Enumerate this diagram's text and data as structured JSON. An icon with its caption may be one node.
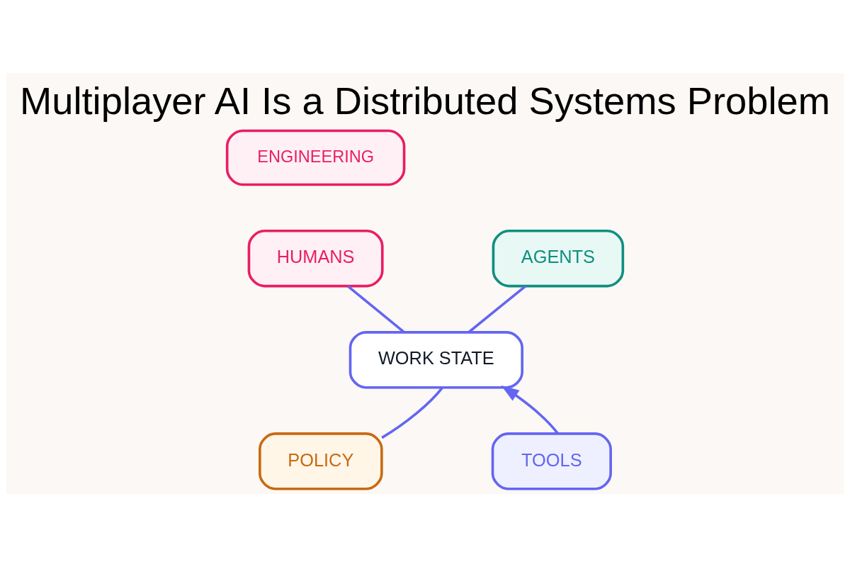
{
  "diagram": {
    "title": "Multiplayer AI Is a Distributed Systems Problem",
    "nodes": [
      {
        "text": [
          "ENGINEERING"
        ]
      },
      {
        "text": [
          "HUMANS"
        ]
      },
      {
        "text": [
          "AGENTS"
        ]
      },
      {
        "text": [
          "WORK STATE"
        ]
      },
      {
        "text": [
          "POLICY"
        ]
      },
      {
        "text": [
          "TOOLS"
        ]
      }
    ],
    "edges": [
      {
        "from": 1,
        "to": 3,
        "arrow": "none"
      },
      {
        "from": 2,
        "to": 3,
        "arrow": "none"
      },
      {
        "from": 4,
        "to": 3,
        "arrow": "none"
      },
      {
        "from": 5,
        "to": 3,
        "arrow": "to"
      }
    ]
  }
}
